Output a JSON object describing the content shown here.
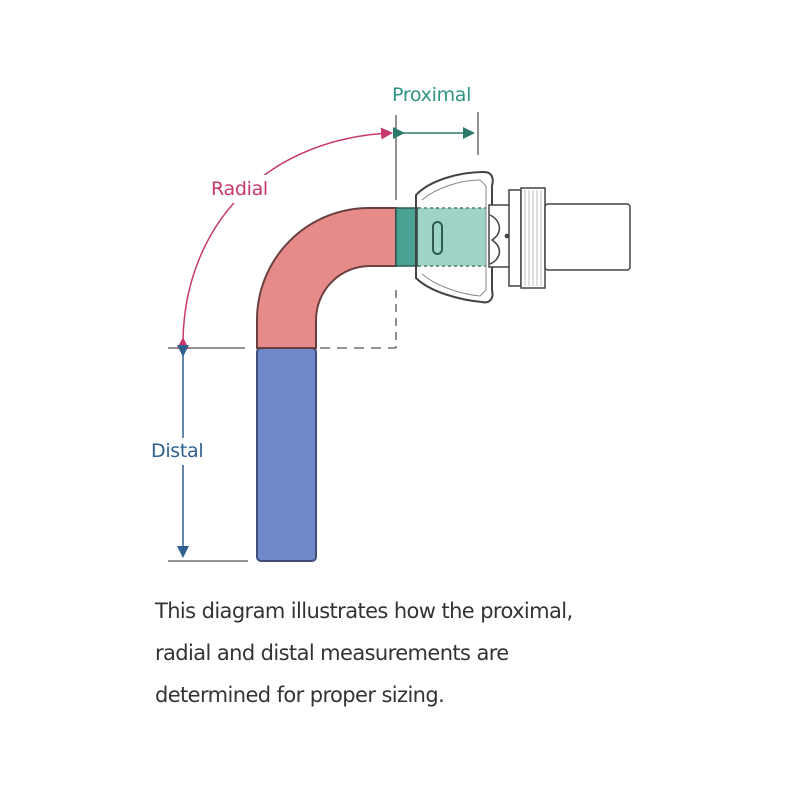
{
  "labels": {
    "proximal": "Proximal",
    "radial": "Radial",
    "distal": "Distal"
  },
  "caption": {
    "lines": [
      "This diagram illustrates how the proximal,",
      "radial and distal measurements are",
      "determined for proper sizing."
    ]
  },
  "colors": {
    "proximal": "#2e9483",
    "proximal_fill": "#9fd3c7",
    "proximal_dark": "#4aa392",
    "radial": "#c8376e",
    "radial_fill": "#e68a8a",
    "distal": "#2f5f8f",
    "distal_fill": "#6f88c9",
    "outline": "#444444",
    "guide": "#555555"
  }
}
